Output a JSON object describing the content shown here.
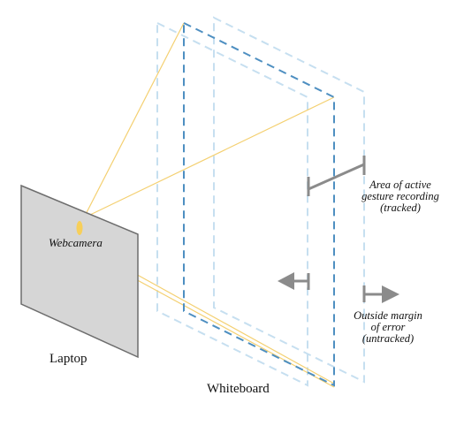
{
  "labels": {
    "webcamera": "Webcamera",
    "active_area": [
      "Area of active",
      "gesture recording",
      "(tracked)"
    ],
    "outside_margin": [
      "Outside margin",
      "of error",
      "(untracked)"
    ],
    "laptop": "Laptop",
    "whiteboard": "Whiteboard"
  },
  "colors": {
    "plane_light": "#c6dff0",
    "plane_dark": "#4e8fc1",
    "sightline": "#f4d071",
    "webcam": "#f7cf5a",
    "laptop_fill": "#d6d6d6",
    "laptop_stroke": "#6d6d6d",
    "bracket": "#8b8b8b"
  }
}
